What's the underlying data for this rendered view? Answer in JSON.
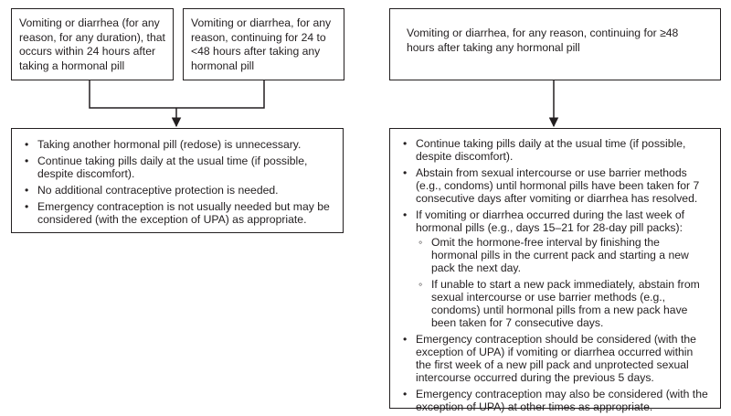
{
  "boxes": {
    "top_left_1": "Vomiting or diarrhea (for any reason, for any duration), that occurs within 24 hours after taking a hormonal pill",
    "top_left_2": "Vomiting or diarrhea, for any reason, continuing for 24 to <48 hours after taking any hormonal pill",
    "top_right": "Vomiting or diarrhea, for any reason, continuing for ≥48 hours after taking any hormonal pill"
  },
  "left_actions": [
    "Taking another hormonal pill (redose) is unnecessary.",
    "Continue taking pills daily at the usual time (if possible, despite discomfort).",
    "No additional contraceptive protection is needed.",
    "Emergency contraception is not usually needed but may be considered (with the exception of UPA) as appropriate."
  ],
  "right_actions": {
    "b1": "Continue taking pills daily at the usual time (if possible, despite discomfort).",
    "b2": "Abstain from sexual intercourse or use barrier methods (e.g., condoms) until hormonal pills have been taken for 7 consecutive days after vomiting or diarrhea has resolved.",
    "b3": "If vomiting or diarrhea occurred during the last week of hormonal pills (e.g., days 15–21 for 28-day pill packs):",
    "b3_sub1": "Omit the hormone-free interval by finishing the hormonal pills in the current pack and starting a new pack the next day.",
    "b3_sub2": "If unable to start a new pack immediately, abstain from sexual intercourse or use barrier methods (e.g., condoms) until hormonal pills from a new pack have been taken for 7 consecutive days.",
    "b4": "Emergency contraception should be considered (with the exception of UPA) if vomiting or diarrhea occurred within the first week of a new pill pack and unprotected sexual intercourse occurred during the previous 5 days.",
    "b5": "Emergency contraception may also be considered (with the exception of UPA) at other times as appropriate."
  },
  "colors": {
    "stroke": "#231f20",
    "text": "#231f20",
    "background": "#ffffff"
  }
}
